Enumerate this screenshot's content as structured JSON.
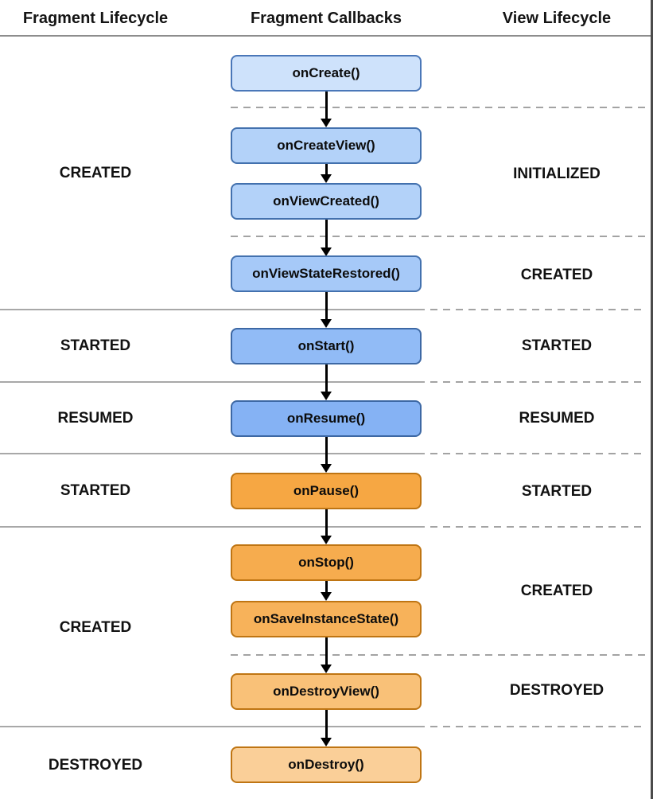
{
  "title_row": {
    "fragment_lifecycle": "Fragment Lifecycle",
    "fragment_callbacks": "Fragment Callbacks",
    "view_lifecycle": "View Lifecycle"
  },
  "callbacks": [
    {
      "label": "onCreate()",
      "fill": "#cee2fb",
      "border": "#4a77b8"
    },
    {
      "label": "onCreateView()",
      "fill": "#b3d2f9",
      "border": "#4371ae"
    },
    {
      "label": "onViewCreated()",
      "fill": "#b3d2f9",
      "border": "#4371ae"
    },
    {
      "label": "onViewStateRestored()",
      "fill": "#a6c9f8",
      "border": "#4371ae"
    },
    {
      "label": "onStart()",
      "fill": "#91bbf6",
      "border": "#3d68a4"
    },
    {
      "label": "onResume()",
      "fill": "#85b2f4",
      "border": "#3d68a4"
    },
    {
      "label": "onPause()",
      "fill": "#f6a743",
      "border": "#bf7513"
    },
    {
      "label": "onStop()",
      "fill": "#f6ac4e",
      "border": "#bf7513"
    },
    {
      "label": "onSaveInstanceState()",
      "fill": "#f7b25a",
      "border": "#bf7513"
    },
    {
      "label": "onDestroyView()",
      "fill": "#f9c178",
      "border": "#bf7513"
    },
    {
      "label": "onDestroy()",
      "fill": "#facf98",
      "border": "#bf7513"
    }
  ],
  "fragment_states": [
    "CREATED",
    "STARTED",
    "RESUMED",
    "STARTED",
    "CREATED",
    "DESTROYED"
  ],
  "view_states": [
    "INITIALIZED",
    "CREATED",
    "STARTED",
    "RESUMED",
    "STARTED",
    "CREATED",
    "DESTROYED"
  ]
}
